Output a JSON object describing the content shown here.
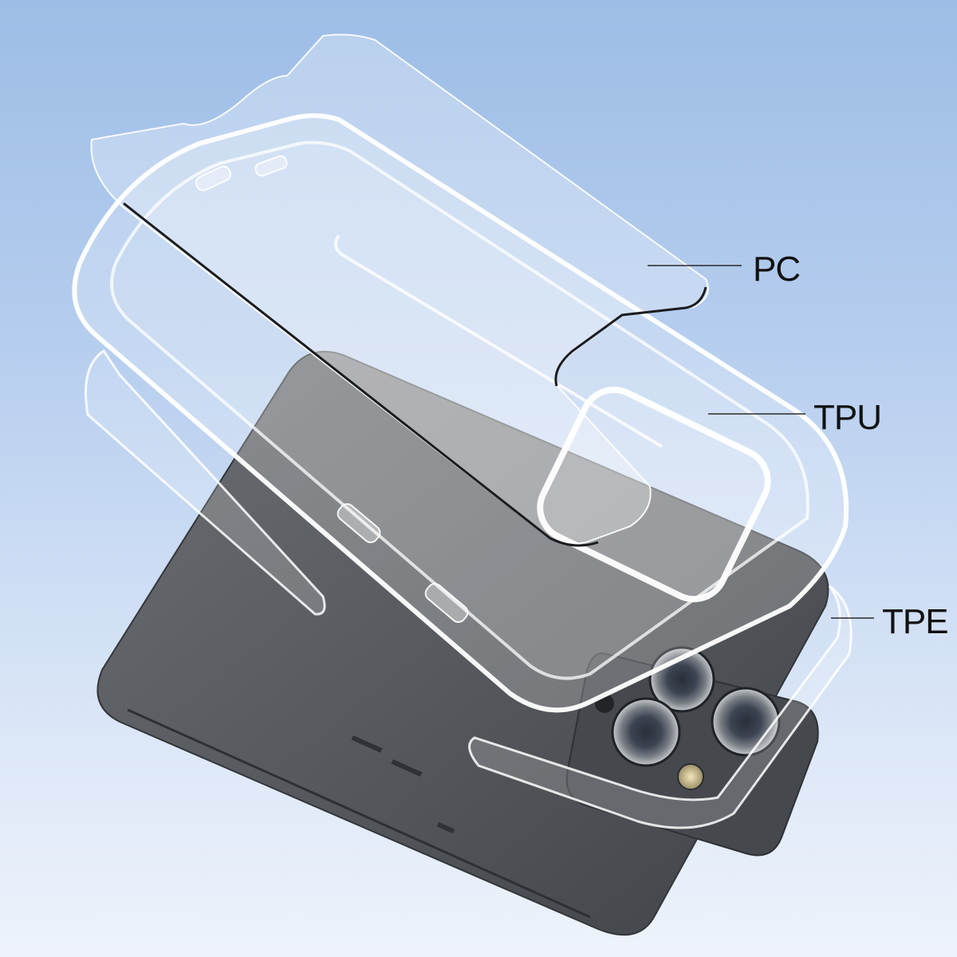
{
  "callouts": [
    {
      "label": "PC"
    },
    {
      "label": "TPU"
    },
    {
      "label": "TPE"
    }
  ],
  "colors": {
    "background_top": "#9dbde6",
    "background_bottom": "#eef3fb",
    "phone_body": "#55585d",
    "camera_plateau": "#4a4d52",
    "label_text": "#111111"
  }
}
